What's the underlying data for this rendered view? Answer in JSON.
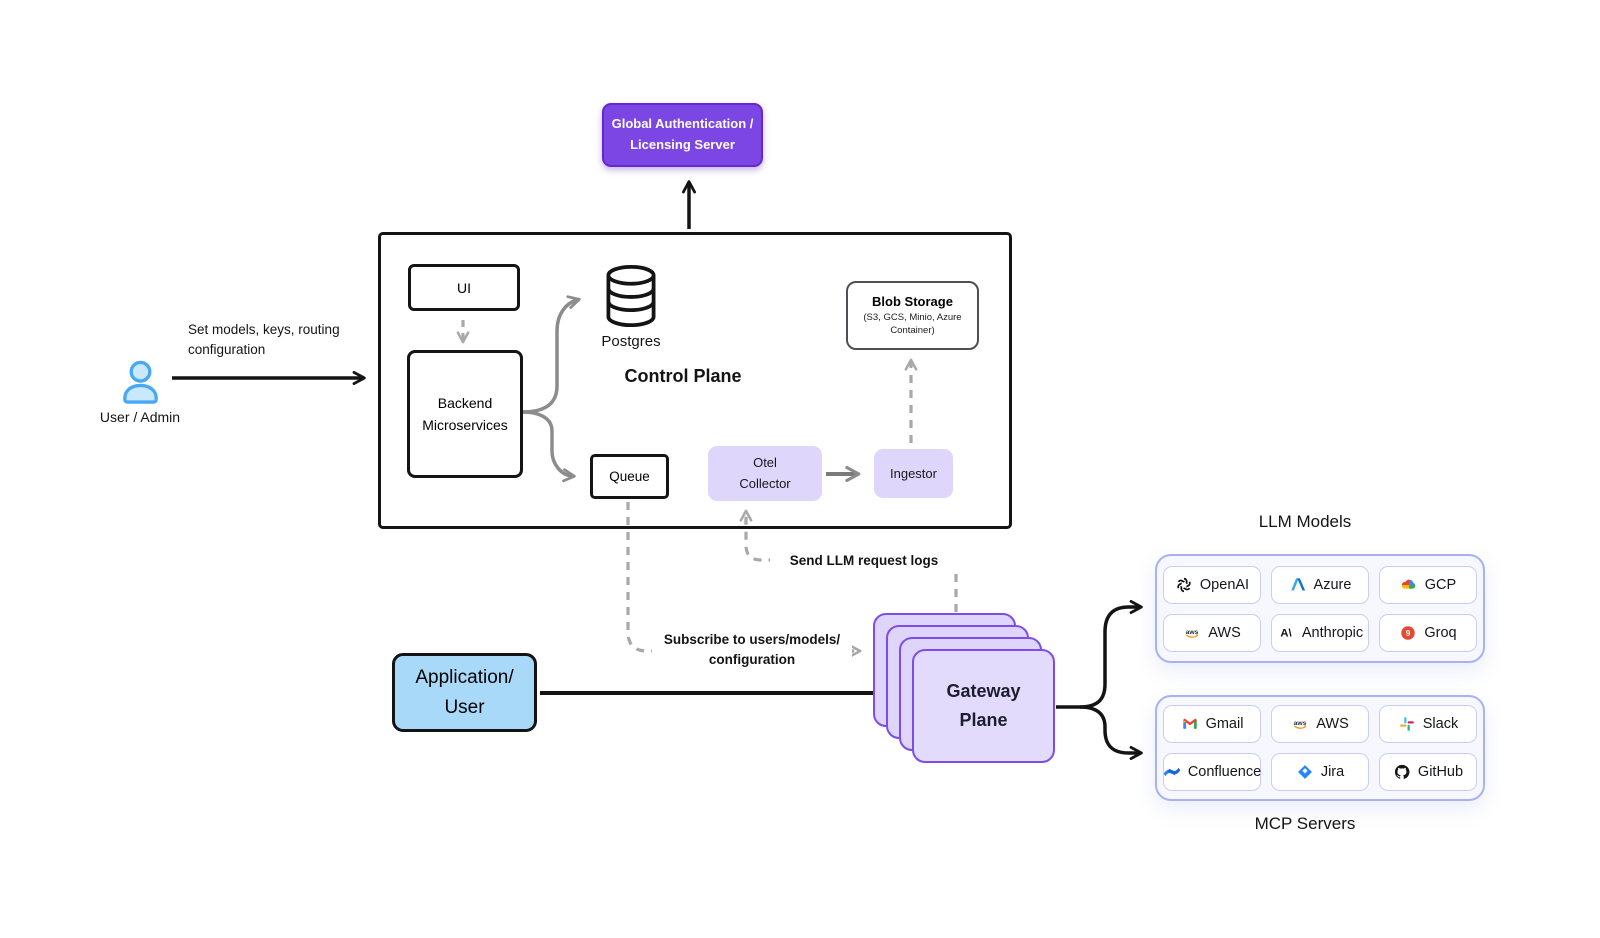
{
  "colors": {
    "accent_purple": "#7B46E4",
    "purple_border": "#7C4DEB",
    "lavender_fill": "#DFD5FA",
    "light_blue_fill": "#A9D9F8",
    "panel_border": "#A8B1F2",
    "panel_fill": "#F7F8FF",
    "chip_border": "#C7CDF8",
    "wire_black": "#141414",
    "wire_gray": "#8C8C8C",
    "wire_dashed_gray": "#A8A8A8"
  },
  "nodes": {
    "global_auth": {
      "line1": "Global Authentication /",
      "line2": "Licensing Server"
    },
    "control_plane": {
      "title": "Control Plane"
    },
    "ui": {
      "label": "UI"
    },
    "backend": {
      "line1": "Backend",
      "line2": "Microservices"
    },
    "postgres": {
      "label": "Postgres",
      "icon": "database-icon"
    },
    "blob": {
      "title": "Blob Storage",
      "sub1": "(S3, GCS, Minio, Azure",
      "sub2": "Container)"
    },
    "queue": {
      "label": "Queue"
    },
    "otel": {
      "line1": "Otel",
      "line2": "Collector"
    },
    "ingestor": {
      "label": "Ingestor"
    },
    "user_admin": {
      "label": "User / Admin",
      "icon": "person-icon"
    },
    "app_user": {
      "line1": "Application/",
      "line2": "User"
    },
    "gateway": {
      "line1": "Gateway",
      "line2": "Plane"
    }
  },
  "edges": {
    "set_models": {
      "line1": "Set models, keys, routing",
      "line2": "configuration"
    },
    "send_logs": {
      "label": "Send LLM request logs"
    },
    "subscribe": {
      "line1": "Subscribe to users/models/",
      "line2": "configuration"
    }
  },
  "panels": {
    "llm": {
      "title": "LLM Models",
      "items": [
        {
          "label": "OpenAI",
          "icon": "openai-icon"
        },
        {
          "label": "Azure",
          "icon": "azure-icon"
        },
        {
          "label": "GCP",
          "icon": "gcp-icon"
        },
        {
          "label": "AWS",
          "icon": "aws-icon"
        },
        {
          "label": "Anthropic",
          "icon": "anthropic-icon"
        },
        {
          "label": "Groq",
          "icon": "groq-icon"
        }
      ]
    },
    "mcp": {
      "title": "MCP Servers",
      "items": [
        {
          "label": "Gmail",
          "icon": "gmail-icon"
        },
        {
          "label": "AWS",
          "icon": "aws-icon"
        },
        {
          "label": "Slack",
          "icon": "slack-icon"
        },
        {
          "label": "Confluence",
          "icon": "confluence-icon"
        },
        {
          "label": "Jira",
          "icon": "jira-icon"
        },
        {
          "label": "GitHub",
          "icon": "github-icon"
        }
      ]
    }
  }
}
